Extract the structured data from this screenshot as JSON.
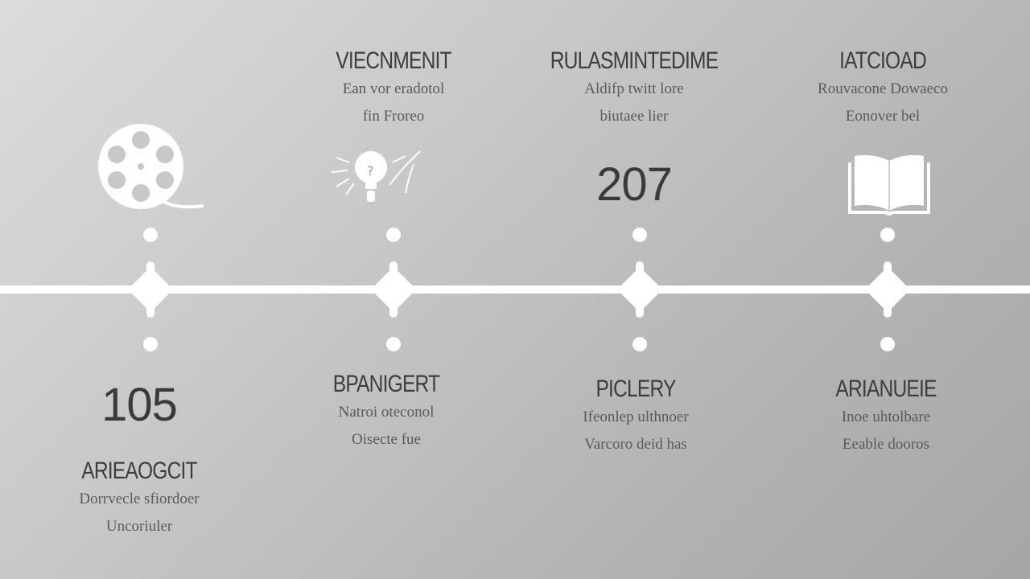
{
  "milestones_top": [
    {
      "title": "VIECNMENIT",
      "lines": [
        "Ean vor eradotol",
        "fin Froreo"
      ],
      "icon": "lightbulb-icon"
    },
    {
      "title": "RULASMINTEDIME",
      "lines": [
        "Aldifp twitt lore",
        "biutaee lier"
      ],
      "number": "207"
    },
    {
      "title": "IATCIOAD",
      "lines": [
        "Rouvacone Dowaeco",
        "Eonover bel"
      ],
      "icon": "open-book-icon"
    }
  ],
  "milestones_bottom": [
    {
      "number": "105",
      "title": "ARIEAOGCIT",
      "lines": [
        "Dorrvecle sfiordoer",
        "Uncoriuler"
      ]
    },
    {
      "title": "BPANIGERT",
      "lines": [
        "Natroi oteconol",
        "Oisecte fue"
      ]
    },
    {
      "title": "PICLERY",
      "lines": [
        "Ifeonlep ulthnoer",
        "Varcoro deid has"
      ]
    },
    {
      "title": "ARIANUEIE",
      "lines": [
        "Inoe uhtolbare",
        "Eeable dooros"
      ]
    }
  ],
  "icons": {
    "first": "film-reel-icon"
  },
  "colors": {
    "line": "#ffffff",
    "text": "#3d3d3d"
  }
}
